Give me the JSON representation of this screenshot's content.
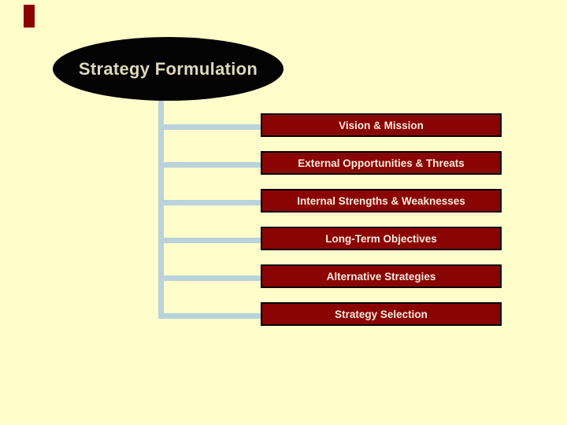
{
  "colors": {
    "background": "#FFFDCA",
    "accent-bar": "#8B0404",
    "connector": "#B9D2DB",
    "ellipse-fill": "#030303",
    "ellipse-text": "#DED8BC",
    "box-fill": "#8B0404",
    "box-border": "#000000",
    "box-text": "#F2EDDE"
  },
  "title": {
    "label": "Strategy Formulation"
  },
  "flow": {
    "items": [
      {
        "label": "Vision & Mission"
      },
      {
        "label": "External Opportunities & Threats"
      },
      {
        "label": "Internal Strengths & Weaknesses"
      },
      {
        "label": "Long-Term Objectives"
      },
      {
        "label": "Alternative Strategies"
      },
      {
        "label": "Strategy Selection"
      }
    ]
  }
}
